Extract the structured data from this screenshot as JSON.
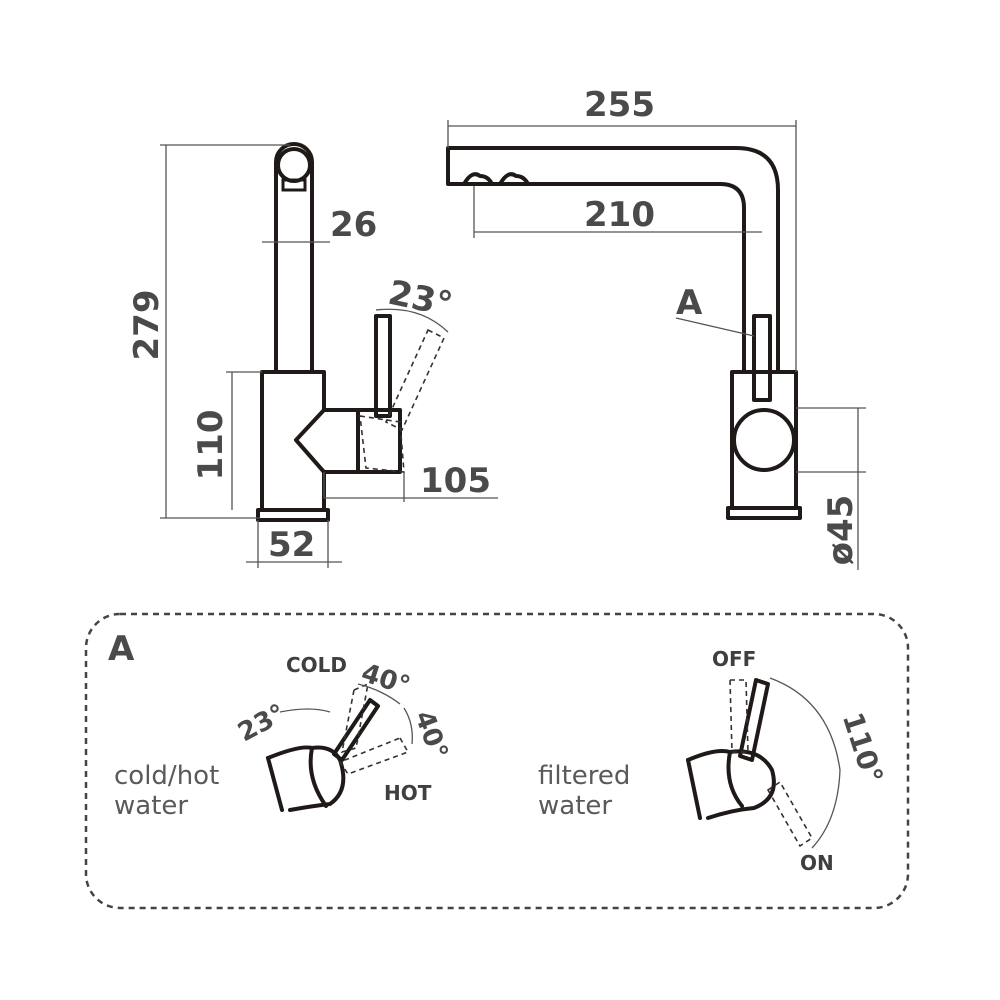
{
  "side_view": {
    "height_total": "279",
    "spout_width": "26",
    "base_height": "110",
    "lever_reach": "105",
    "base_width": "52",
    "lever_angle": "23°"
  },
  "front_view": {
    "reach_total": "255",
    "reach_filter": "210",
    "detail_marker": "A",
    "body_diameter": "ø45"
  },
  "detail_a": {
    "title": "A",
    "left": {
      "caption_line1": "cold/hot",
      "caption_line2": "water",
      "cold_label": "COLD",
      "hot_label": "HOT",
      "angle_tilt": "23°",
      "angle_cold": "40°",
      "angle_hot": "40°"
    },
    "right": {
      "caption_line1": "filtered",
      "caption_line2": "water",
      "off_label": "OFF",
      "on_label": "ON",
      "angle_range": "110°"
    }
  }
}
